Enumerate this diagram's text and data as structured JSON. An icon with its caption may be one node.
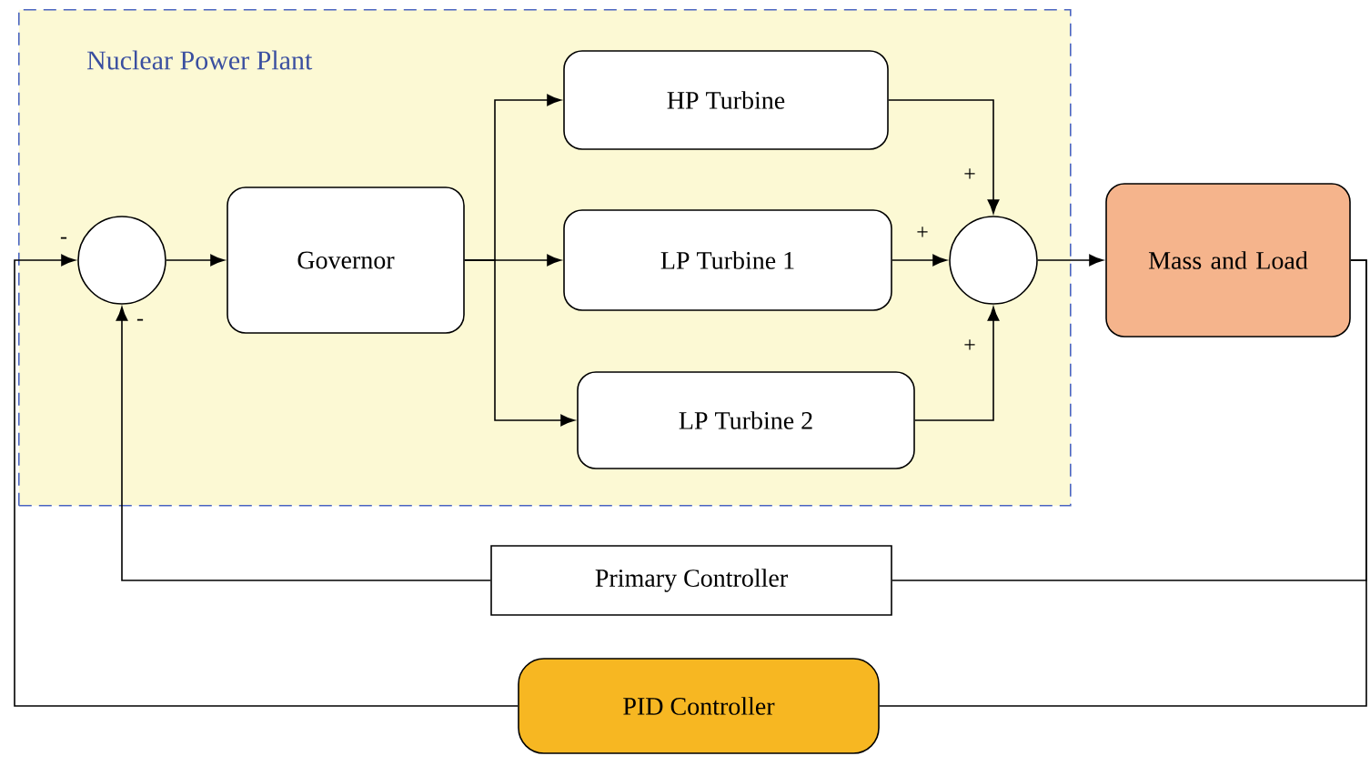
{
  "diagram": {
    "nodes": [
      {
        "text": [
          "Nuclear Power Plant"
        ]
      },
      {
        "text": [],
        "shape": "circle",
        "in": 0
      },
      {
        "text": [
          "Governor"
        ],
        "in": 0
      },
      {
        "text": [
          "HP Turbine"
        ],
        "in": 0
      },
      {
        "text": [
          "LP Turbine 1"
        ],
        "in": 0
      },
      {
        "text": [
          "LP Turbine 2"
        ],
        "in": 0
      },
      {
        "text": [],
        "shape": "circle",
        "in": 0
      },
      {
        "text": [
          "Mass and Load"
        ]
      },
      {
        "text": [
          "Primary Controller"
        ]
      },
      {
        "text": [
          "PID Controller"
        ]
      }
    ],
    "edges": [
      {
        "from": 1,
        "to": 2,
        "arrow": "to"
      },
      {
        "from": 2,
        "to": 3,
        "arrow": "to"
      },
      {
        "from": 2,
        "to": 4,
        "arrow": "to"
      },
      {
        "from": 2,
        "to": 5,
        "arrow": "to"
      },
      {
        "from": 3,
        "to": 6,
        "arrow": "to"
      },
      {
        "from": 4,
        "to": 6,
        "arrow": "to"
      },
      {
        "from": 5,
        "to": 6,
        "arrow": "to"
      },
      {
        "from": 6,
        "to": 7,
        "arrow": "to"
      },
      {
        "from": 7,
        "to": 8,
        "arrow": "none"
      },
      {
        "from": 8,
        "to": 1,
        "arrow": "to"
      },
      {
        "from": 7,
        "to": 9,
        "arrow": "none"
      },
      {
        "from": 9,
        "to": 1,
        "arrow": "to"
      }
    ],
    "labels": [
      "-",
      "-",
      "+",
      "+",
      "+"
    ]
  }
}
